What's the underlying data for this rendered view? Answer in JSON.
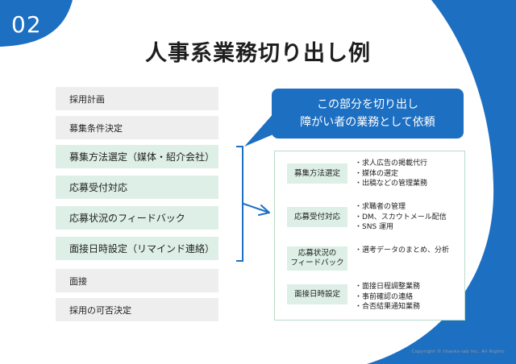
{
  "slide_number": "02",
  "title": "人事系業務切り出し例",
  "steps": [
    {
      "label": "採用計画",
      "highlight": false
    },
    {
      "label": "募集条件決定",
      "highlight": false
    },
    {
      "label": "募集方法選定（媒体・紹介会社）",
      "highlight": true
    },
    {
      "label": "応募受付対応",
      "highlight": true
    },
    {
      "label": "応募状況のフィードバック",
      "highlight": true
    },
    {
      "label": "面接日時設定（リマインド連絡）",
      "highlight": true
    },
    {
      "label": "面接",
      "highlight": false
    },
    {
      "label": "採用の可否決定",
      "highlight": false
    }
  ],
  "callout": {
    "line1": "この部分を切り出し",
    "line2": "障がい者の業務として依頼"
  },
  "outsourced": [
    {
      "name": "募集方法選定",
      "tasks": [
        "・求人広告の掲載代行",
        "・媒体の選定",
        "・出稿などの管理業務"
      ]
    },
    {
      "name": "応募受付対応",
      "tasks": [
        "・求職者の管理",
        "・DM、スカウトメール配信",
        "・SNS 運用"
      ]
    },
    {
      "name_line1": "応募状況の",
      "name_line2": "フィードバック",
      "tasks": [
        "・選考データのまとめ、分析"
      ]
    },
    {
      "name": "面接日時設定",
      "tasks": [
        "・面接日程調整業務",
        "・事前確認の連絡",
        "・合否結果通知業務"
      ]
    }
  ],
  "copyright": "Copyright © thanks-lab Inc. All Rights",
  "colors": {
    "brand_blue": "#1d6fc2",
    "highlight_green": "#ddefe6",
    "plain_gray": "#eeeeee",
    "panel_border": "#b7dcc8"
  }
}
